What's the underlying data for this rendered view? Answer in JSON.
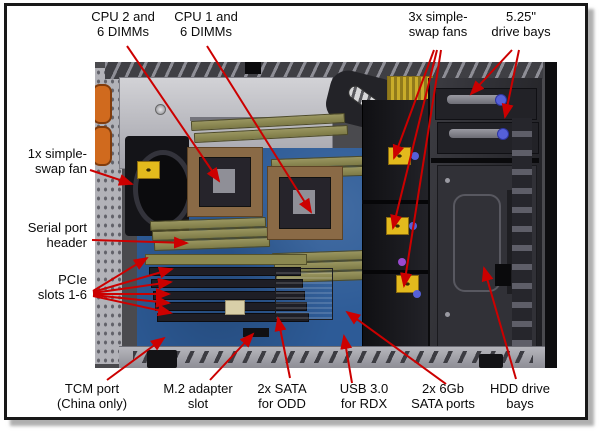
{
  "figure": {
    "kind": "hardware-callout-diagram",
    "subject": "Tower server internal top view with component callouts"
  },
  "colors": {
    "arrow": "#cc0000",
    "border": "#181818",
    "background": "#ffffff",
    "motherboard": "#2d5b97",
    "dimm": "#8f8c55",
    "warning_sticker": "#e3ba1d"
  },
  "callouts": {
    "top": [
      {
        "id": "cpu2",
        "label": "CPU 2 and\n6 DIMMs"
      },
      {
        "id": "cpu1",
        "label": "CPU 1 and\n6 DIMMs"
      },
      {
        "id": "fans3x",
        "label": "3x simple-\nswap fans"
      },
      {
        "id": "bays525",
        "label": "5.25\"\ndrive bays"
      }
    ],
    "left": [
      {
        "id": "fan1x",
        "label": "1x simple-\nswap fan"
      },
      {
        "id": "serial",
        "label": "Serial port\nheader"
      },
      {
        "id": "pcie",
        "label": "PCIe\nslots 1-6"
      }
    ],
    "bottom": [
      {
        "id": "tcm",
        "label": "TCM port\n(China only)"
      },
      {
        "id": "m2",
        "label": "M.2 adapter\nslot"
      },
      {
        "id": "odd",
        "label": "2x SATA\nfor ODD"
      },
      {
        "id": "usb",
        "label": "USB 3.0\nfor RDX"
      },
      {
        "id": "sata6gb",
        "label": "2x 6Gb\nSATA ports"
      },
      {
        "id": "hdd",
        "label": "HDD drive\nbays"
      }
    ]
  }
}
